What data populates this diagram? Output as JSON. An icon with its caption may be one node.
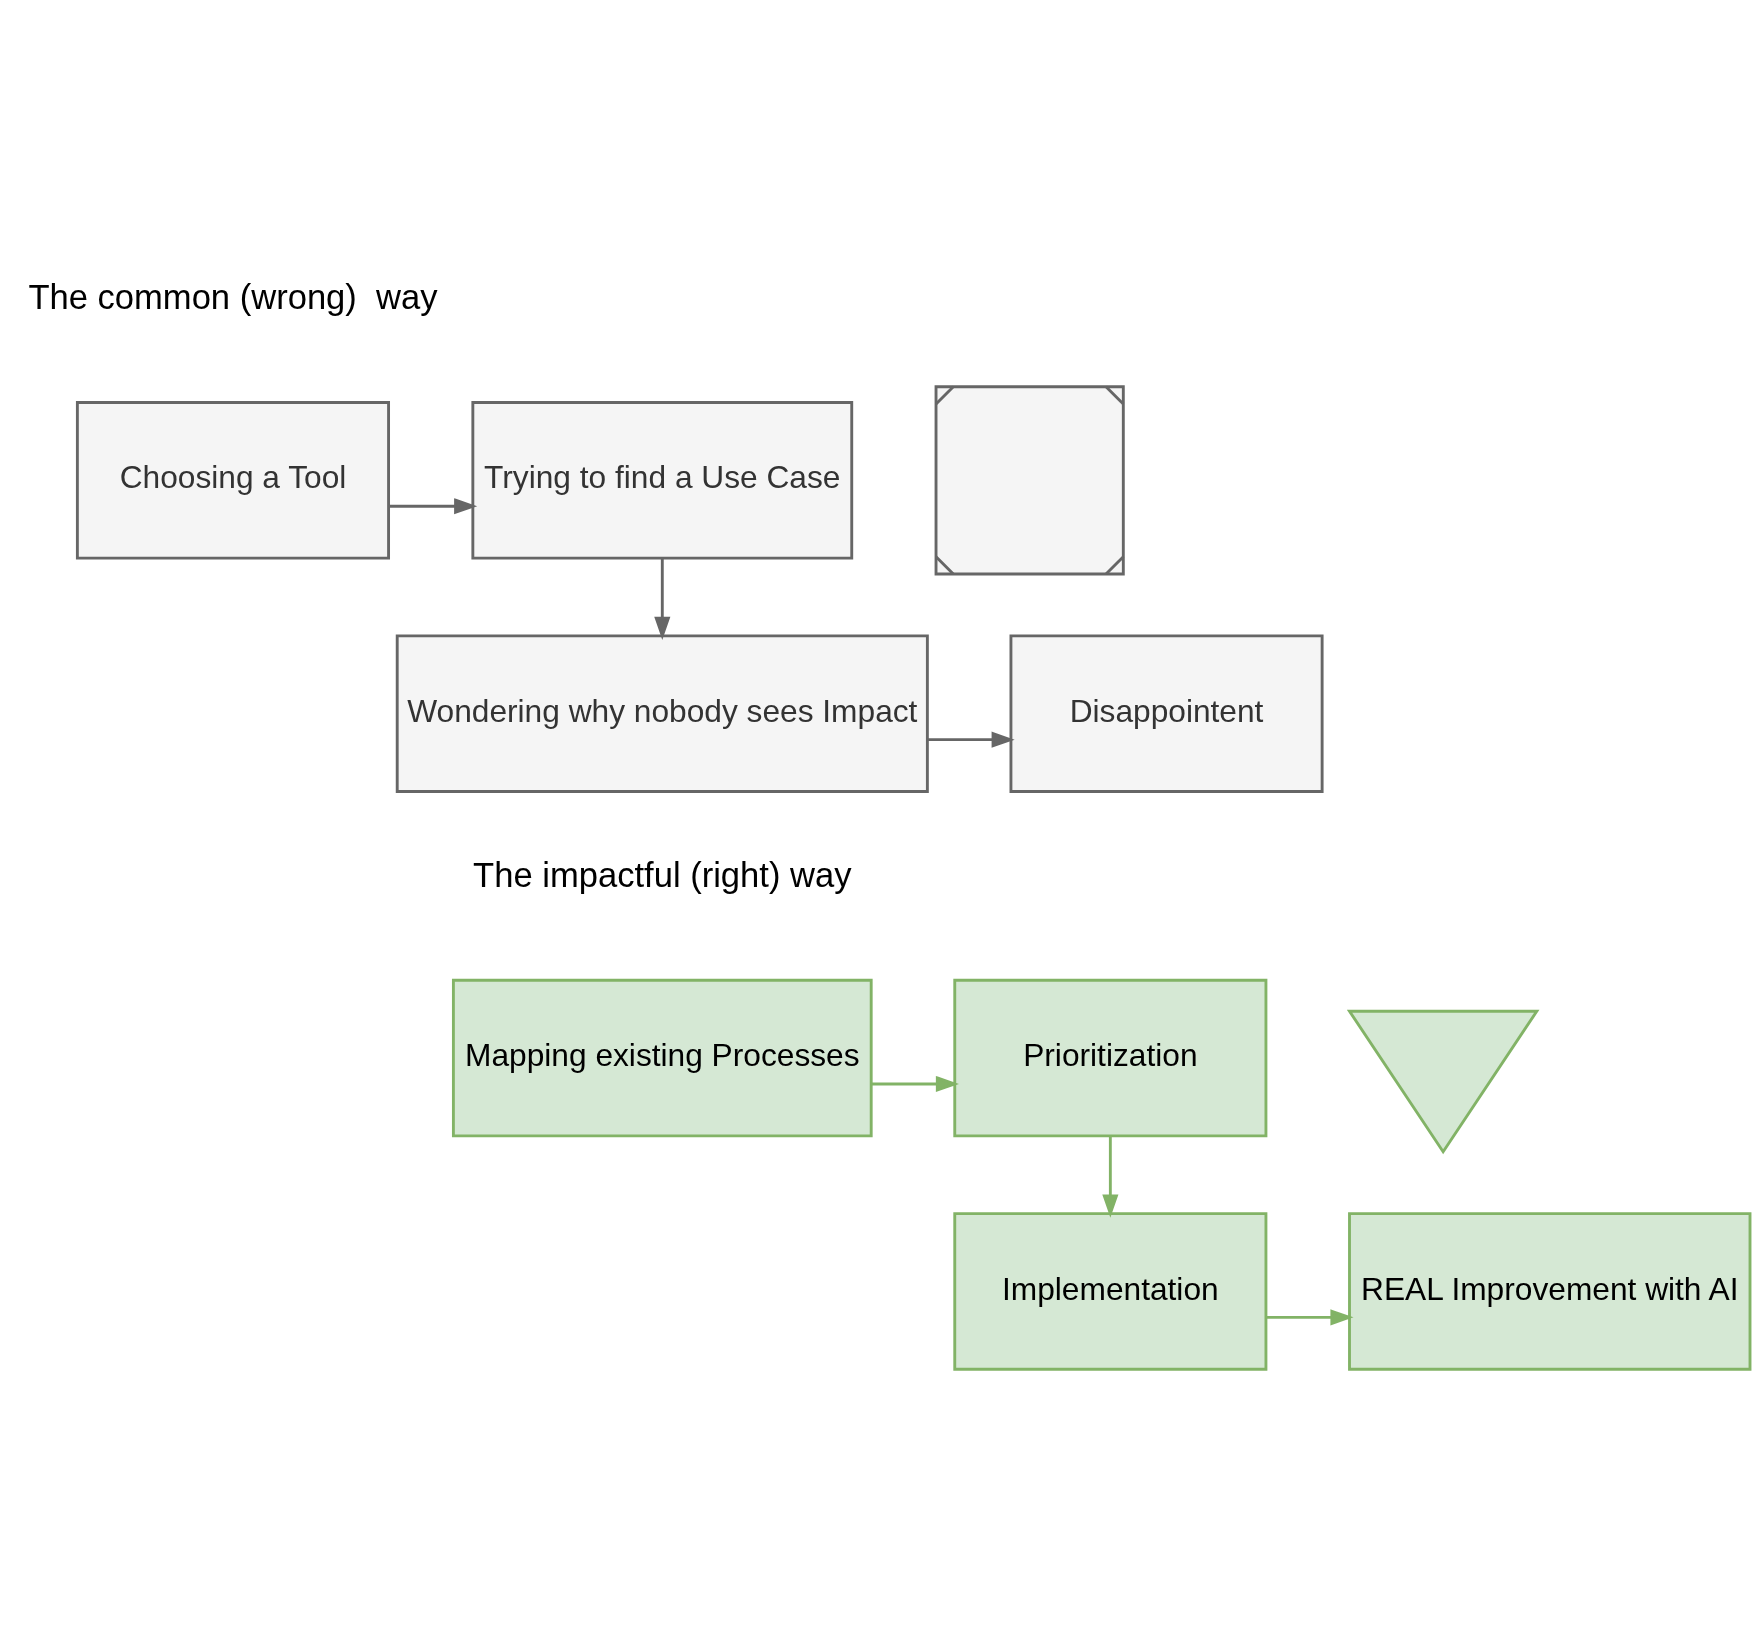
{
  "diagram": {
    "nodes": [
      {
        "text": [
          "Choosing a Tool"
        ]
      },
      {
        "text": [
          "Trying to find a Use Case"
        ]
      },
      {
        "text": [],
        "shape": "cross"
      },
      {
        "text": [
          "Wondering why nobody sees Impact"
        ]
      },
      {
        "text": [
          "Disappointent"
        ]
      },
      {
        "text": [
          "Mapping existing Processes"
        ]
      },
      {
        "text": [
          "Prioritization"
        ]
      },
      {
        "text": [],
        "shape": "checkmark"
      },
      {
        "text": [
          "Implementation"
        ]
      },
      {
        "text": [
          "REAL Improvement with AI"
        ]
      }
    ],
    "edges": [
      {
        "from": 0,
        "to": 1,
        "arrow": "to",
        "color": "#666666"
      },
      {
        "from": 1,
        "to": 3,
        "arrow": "to",
        "color": "#666666"
      },
      {
        "from": 3,
        "to": 4,
        "arrow": "to",
        "color": "#666666"
      },
      {
        "from": 5,
        "to": 6,
        "arrow": "to",
        "color": "#82b366"
      },
      {
        "from": 6,
        "to": 8,
        "arrow": "to",
        "color": "#82b366"
      },
      {
        "from": 8,
        "to": 9,
        "arrow": "to",
        "color": "#82b366"
      }
    ],
    "labels": [
      "The common (wrong)  way",
      "The impactful (right) way"
    ]
  }
}
